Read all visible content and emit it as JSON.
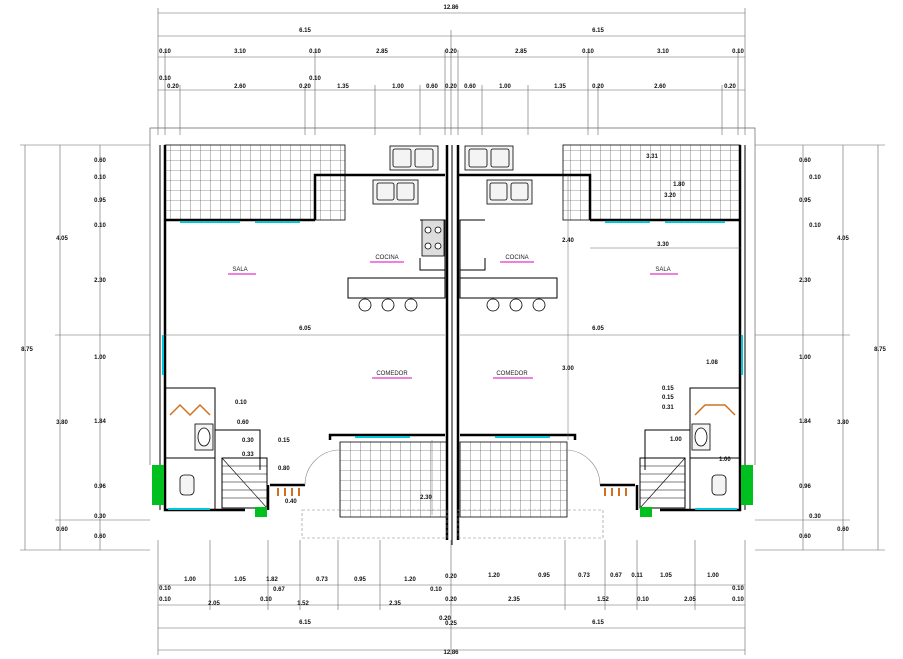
{
  "rooms": {
    "sala_left": "SALA",
    "sala_right": "SALA",
    "cocina_left": "COCINA",
    "cocina_right": "COCINA",
    "comedor_left": "COMEDOR",
    "comedor_right": "COMEDOR"
  },
  "dimensions": {
    "overall_top": "12.86",
    "half_left_top": "6.15",
    "half_right_top": "6.15",
    "top_row2": [
      "0.10",
      "3.10",
      "0.10",
      "2.85",
      "0.20",
      "2.85",
      "0.10",
      "3.10",
      "0.10"
    ],
    "top_row3": [
      "0.10",
      "0.20",
      "2.60",
      "0.20",
      "0.10",
      "1.35",
      "1.00",
      "0.60",
      "0.20",
      "0.60",
      "1.00",
      "1.35",
      "0.20",
      "2.60",
      "0.20"
    ],
    "left_side": [
      "0.60",
      "0.10",
      "0.95",
      "0.10",
      "2.30",
      "1.00",
      "1.84",
      "0.96",
      "0.30",
      "0.60"
    ],
    "left_group": [
      "4.05",
      "3.80",
      "0.60"
    ],
    "left_total": "8.75",
    "right_side": [
      "0.60",
      "0.10",
      "0.95",
      "0.10",
      "2.30",
      "1.00",
      "1.84",
      "0.96",
      "0.30",
      "0.60"
    ],
    "right_group": [
      "4.05",
      "3.80",
      "0.60"
    ],
    "right_total": "8.75",
    "interior": [
      "6.05",
      "6.05",
      "3.30",
      "2.40",
      "3.00",
      "2.30",
      "3.31",
      "1.80",
      "3.20",
      "1.08"
    ],
    "stairs_left": [
      "0.10",
      "0.60",
      "0.30",
      "0.33",
      "0.15",
      "0.80",
      "0.40"
    ],
    "stairs_right": [
      "0.15",
      "0.15",
      "0.31",
      "1.00",
      "1.00"
    ],
    "bottom_row1": [
      "1.00",
      "1.05",
      "1.82",
      "0.73",
      "0.95",
      "1.20",
      "0.20",
      "1.20",
      "0.95",
      "0.73",
      "0.67",
      "0.11",
      "1.05",
      "1.00"
    ],
    "bottom_row2": [
      "0.10",
      "0.10",
      "2.05",
      "0.10",
      "1.52",
      "2.35",
      "0.20",
      "2.35",
      "1.52",
      "0.10",
      "2.05",
      "0.10",
      "0.10"
    ],
    "bottom_misc": [
      "0.67",
      "0.10",
      "0.20"
    ],
    "bottom_half_left": "6.15",
    "bottom_half_right": "6.15",
    "bottom_center": "0.25",
    "overall_bottom": "12.86"
  },
  "colors": {
    "wall": "#000000",
    "window": "#00c8d8",
    "label": "#e000c0",
    "plant": "#00c020",
    "step": "#d07020",
    "dim_line": "#555555"
  }
}
